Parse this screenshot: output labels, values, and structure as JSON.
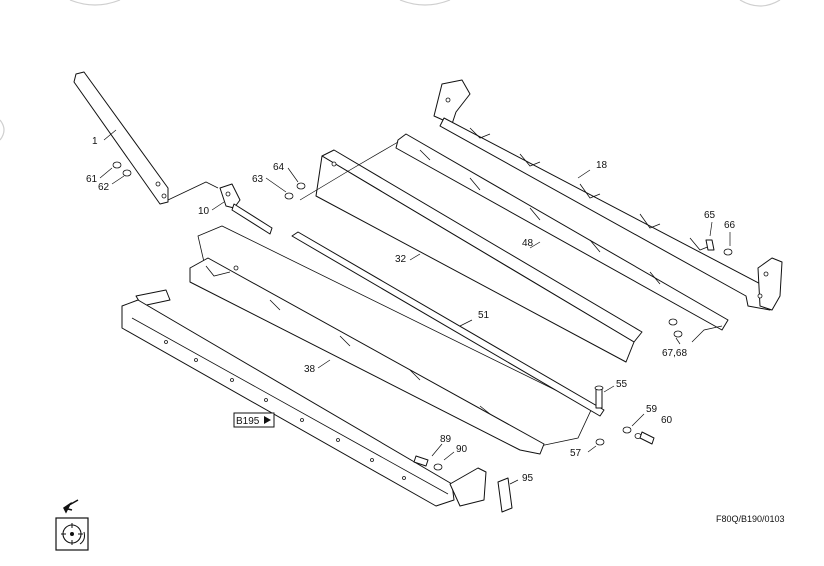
{
  "drawing_code": "F80Q/B190/0103",
  "reference_tag": "B195",
  "parts": [
    {
      "id": "p1",
      "label": "1"
    },
    {
      "id": "p10",
      "label": "10"
    },
    {
      "id": "p18",
      "label": "18"
    },
    {
      "id": "p32",
      "label": "32"
    },
    {
      "id": "p38",
      "label": "38"
    },
    {
      "id": "p48",
      "label": "48"
    },
    {
      "id": "p51",
      "label": "51"
    },
    {
      "id": "p55",
      "label": "55"
    },
    {
      "id": "p57",
      "label": "57"
    },
    {
      "id": "p59",
      "label": "59"
    },
    {
      "id": "p60",
      "label": "60"
    },
    {
      "id": "p61",
      "label": "61"
    },
    {
      "id": "p62",
      "label": "62"
    },
    {
      "id": "p63",
      "label": "63"
    },
    {
      "id": "p64",
      "label": "64"
    },
    {
      "id": "p65",
      "label": "65"
    },
    {
      "id": "p66",
      "label": "66"
    },
    {
      "id": "p6768",
      "label": "67,68"
    },
    {
      "id": "p89",
      "label": "89"
    },
    {
      "id": "p90",
      "label": "90"
    },
    {
      "id": "p95",
      "label": "95"
    }
  ]
}
